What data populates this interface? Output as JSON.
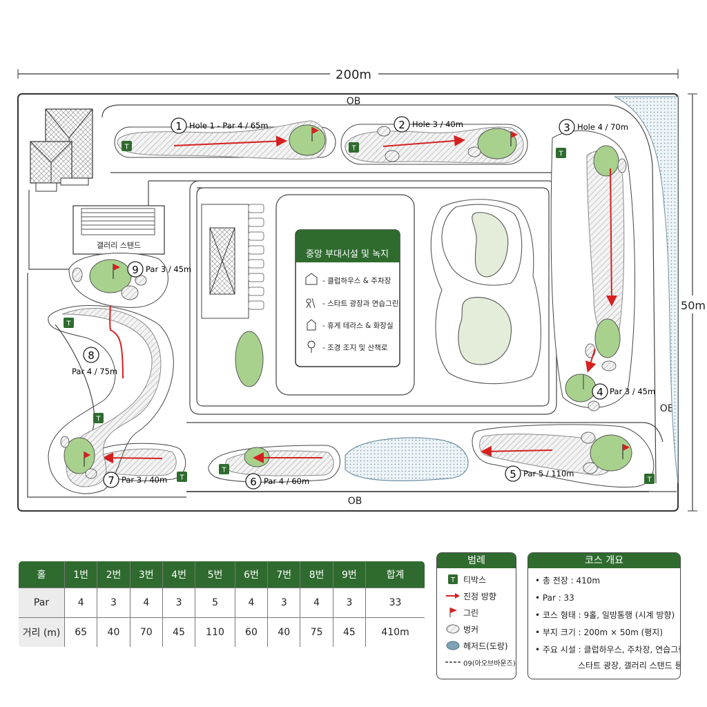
{
  "map": {
    "width_label": "200m",
    "height_label": "50m",
    "ob_label": "OB",
    "gallery_stand_label": "갤러리 스탠드",
    "facility_box": {
      "title": "중앙 부대시설 및 녹지",
      "items": [
        {
          "icon": "clubhouse-icon",
          "text": "- 클럽하우스 & 주차장"
        },
        {
          "icon": "start-area-icon",
          "text": "- 스타트 광장과 연습그린"
        },
        {
          "icon": "rest-terrace-icon",
          "text": "- 휴게 테라스 & 화장실"
        },
        {
          "icon": "tree-icon",
          "text": "- 조경 조지 및 산책로"
        }
      ]
    },
    "holes": [
      {
        "num": "1",
        "label": "Hole 1 - Par 4 / 65m"
      },
      {
        "num": "2",
        "label": "Hole 3 / 40m"
      },
      {
        "num": "3",
        "label": "Hole 4 / 70m"
      },
      {
        "num": "4",
        "label": "Par 3 / 45m"
      },
      {
        "num": "5",
        "label": "Par 5 / 110m"
      },
      {
        "num": "6",
        "label": "Par 4 / 60m"
      },
      {
        "num": "7",
        "label": "Par 3 / 40m"
      },
      {
        "num": "8",
        "label": "Par 4 / 75m"
      },
      {
        "num": "9",
        "label": "Par 3 / 45m"
      }
    ],
    "tee_marker": "T"
  },
  "scorecard": {
    "header": [
      "홀",
      "1번",
      "2번",
      "3번",
      "4번",
      "5번",
      "6번",
      "7번",
      "8번",
      "9번",
      "합계"
    ],
    "rows": [
      {
        "label": "Par",
        "values": [
          "4",
          "3",
          "4",
          "3",
          "5",
          "4",
          "3",
          "4",
          "3",
          "33"
        ]
      },
      {
        "label": "거리 (m)",
        "values": [
          "65",
          "40",
          "70",
          "45",
          "110",
          "60",
          "40",
          "75",
          "45",
          "410m"
        ]
      }
    ]
  },
  "legend": {
    "title": "범례",
    "items": [
      {
        "icon": "tee-box-icon",
        "text": "티박스"
      },
      {
        "icon": "direction-arrow-icon",
        "text": "진정 방향"
      },
      {
        "icon": "green-flag-icon",
        "text": "그린"
      },
      {
        "icon": "bunker-icon",
        "text": "벙커"
      },
      {
        "icon": "hazard-icon",
        "text": "헤저드(도랑)"
      },
      {
        "icon": "ob-line-icon",
        "text": "09(아오브바운즈)"
      }
    ]
  },
  "overview": {
    "title": "코스 개요",
    "lines": [
      "• 총 전장 : 410m",
      "• Par : 33",
      "• 코스 형태 : 9홀, 일방통행 (시계 방향)",
      "• 부지 크기 : 200m × 50m (평지)",
      "• 주요 시설 : 클럽하우스, 주차장, 연습그린,"
    ],
    "continuation": "스타트 광장, 갤러리 스탠드 등"
  },
  "colors": {
    "fairway": "#e6eee1",
    "green": "#a9d18e",
    "tee": "#2f6b2f",
    "arrow": "#d62020",
    "water": "#dbe8ef",
    "header": "#2f6b2f"
  }
}
